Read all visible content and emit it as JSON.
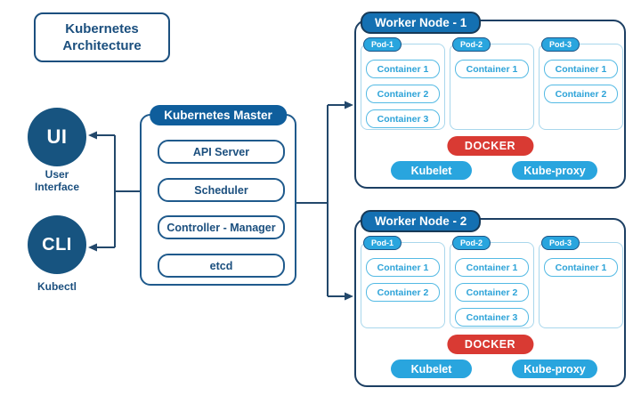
{
  "title": {
    "line1": "Kubernetes",
    "line2": "Architecture"
  },
  "colors": {
    "navy_text": "#1b4f7e",
    "circle_fill": "#175480",
    "master_header_fill": "#0f5e9c",
    "worker_header_fill": "#1470b2",
    "bright_blue": "#29a5de",
    "container_blue": "#2da3d8",
    "container_border": "#54bae4",
    "pod_border": "#a9d7ec",
    "node_border": "#1c3f63",
    "docker_red": "#d93a33",
    "line_color": "#23486b"
  },
  "clients": {
    "ui": {
      "abbr": "UI",
      "caption_line1": "User",
      "caption_line2": "Interface"
    },
    "cli": {
      "abbr": "CLI",
      "caption": "Kubectl"
    }
  },
  "master": {
    "header": "Kubernetes Master",
    "components": [
      "API Server",
      "Scheduler",
      "Controller - Manager",
      "etcd"
    ]
  },
  "worker_nodes": [
    {
      "header": "Worker Node - 1",
      "pods": [
        {
          "label": "Pod-1",
          "containers": [
            "Container 1",
            "Container 2",
            "Container 3"
          ]
        },
        {
          "label": "Pod-2",
          "containers": [
            "Container 1"
          ]
        },
        {
          "label": "Pod-3",
          "containers": [
            "Container 1",
            "Container 2"
          ]
        }
      ],
      "runtime": "DOCKER",
      "agents": [
        "Kubelet",
        "Kube-proxy"
      ]
    },
    {
      "header": "Worker Node - 2",
      "pods": [
        {
          "label": "Pod-1",
          "containers": [
            "Container 1",
            "Container 2"
          ]
        },
        {
          "label": "Pod-2",
          "containers": [
            "Container 1",
            "Container 2",
            "Container 3"
          ]
        },
        {
          "label": "Pod-3",
          "containers": [
            "Container 1"
          ]
        }
      ],
      "runtime": "DOCKER",
      "agents": [
        "Kubelet",
        "Kube-proxy"
      ]
    }
  ]
}
